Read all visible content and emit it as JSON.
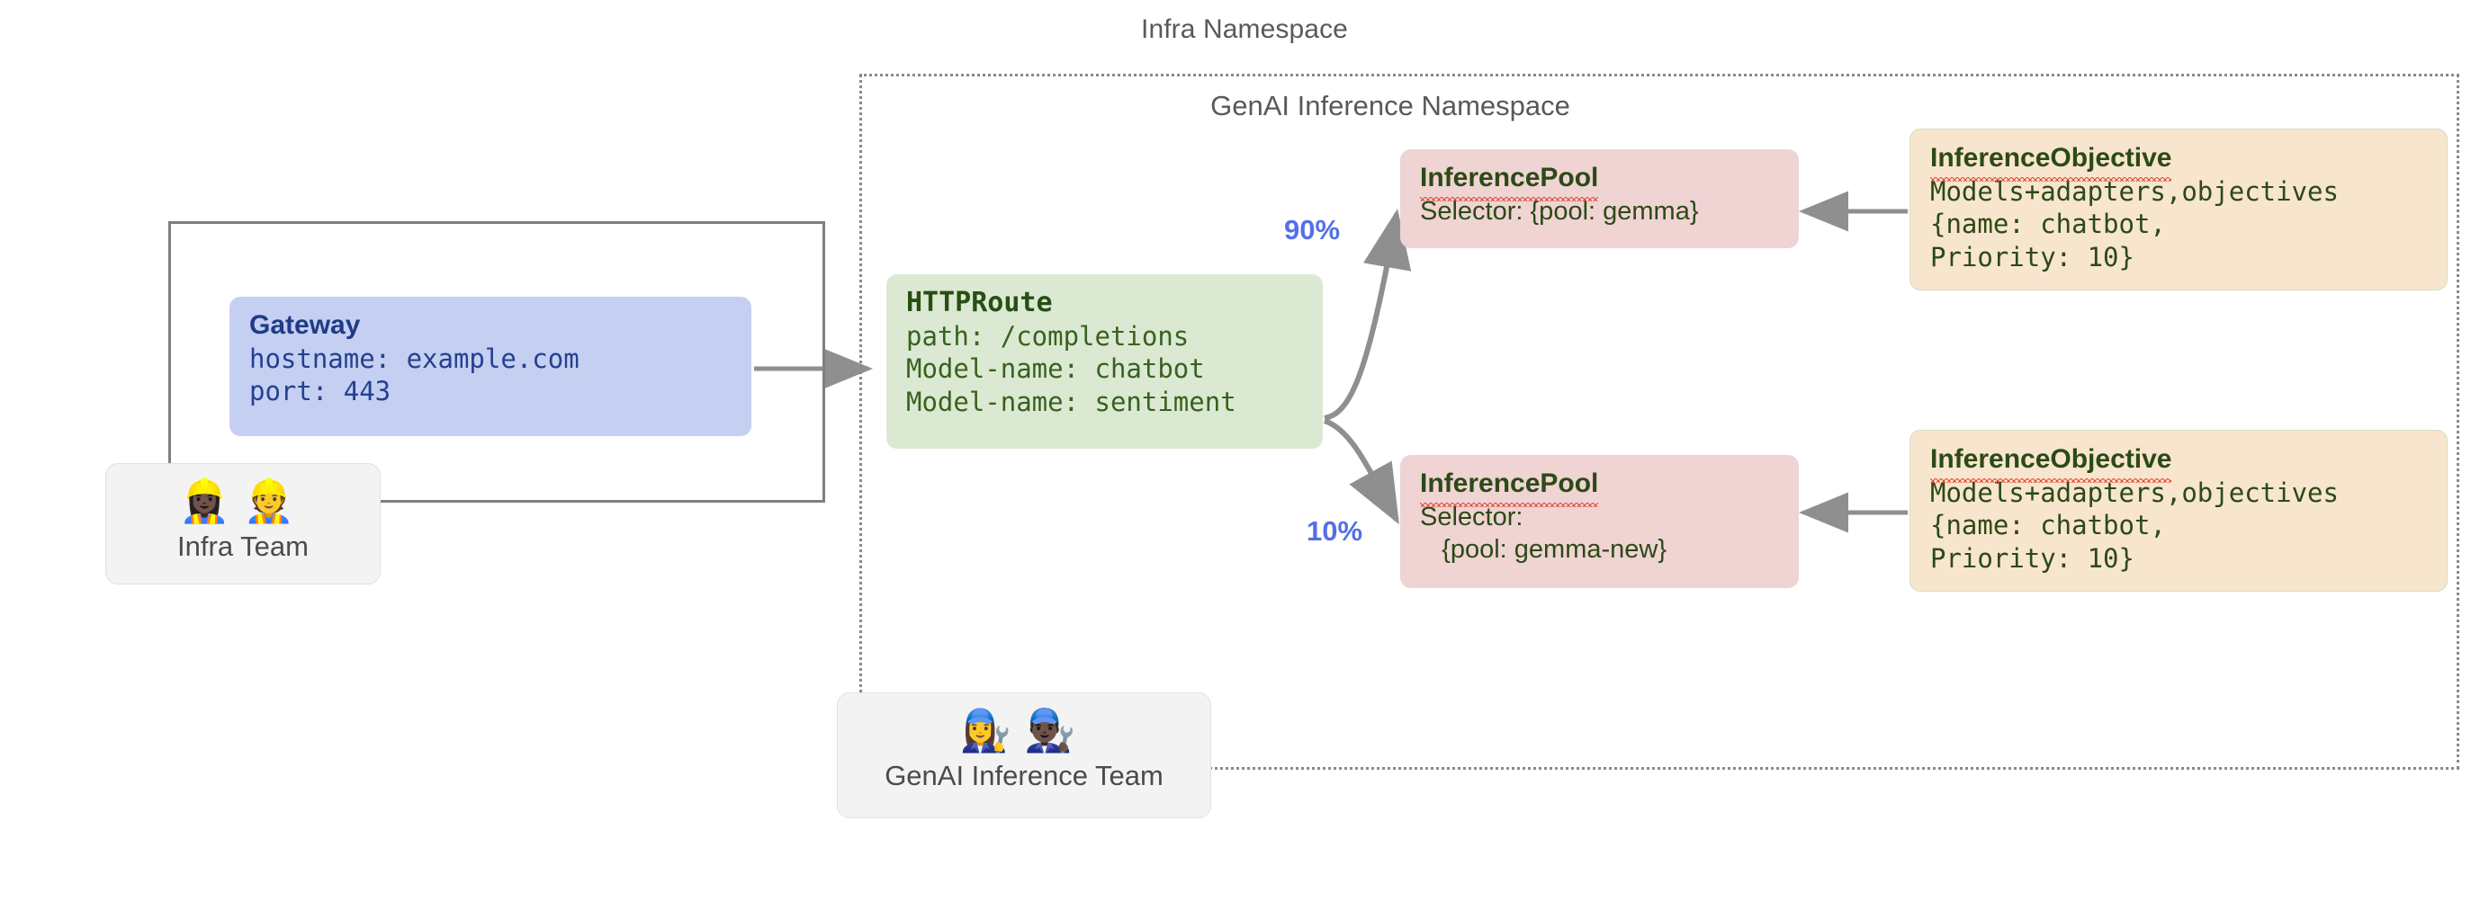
{
  "namespaces": {
    "infra": {
      "title": "Infra Namespace"
    },
    "genai": {
      "title": "GenAI Inference Namespace"
    }
  },
  "gateway": {
    "title": "Gateway",
    "lines": [
      "hostname: example.com",
      "port: 443"
    ]
  },
  "httproute": {
    "title": "HTTPRoute",
    "lines": [
      "path: /completions",
      "Model-name: chatbot",
      "Model-name: sentiment"
    ]
  },
  "pools": [
    {
      "title": "InferencePool",
      "lines": [
        "Selector: {pool: gemma}"
      ],
      "weight_label": "90%"
    },
    {
      "title": "InferencePool",
      "lines": [
        "Selector:",
        "   {pool: gemma-new}"
      ],
      "weight_label": "10%"
    }
  ],
  "objectives": [
    {
      "title": "InferenceObjective",
      "lines": [
        "Models+adapters,objectives",
        "{name: chatbot,",
        "Priority: 10}"
      ]
    },
    {
      "title": "InferenceObjective",
      "lines": [
        "Models+adapters,objectives",
        "{name: chatbot,",
        "Priority: 10}"
      ]
    }
  ],
  "teams": [
    {
      "label": "Infra Team",
      "emojis": "👷🏿‍♀️👷"
    },
    {
      "label": "GenAI Inference Team",
      "emojis": "👩‍🔧👨🏿‍🔧"
    }
  ],
  "colors": {
    "gateway_bg": "#c5cff2",
    "gateway_text": "#1f3b86",
    "httproute_bg": "#dbe9d2",
    "httproute_text": "#274e13",
    "pool_bg": "#f0d3d3",
    "objective_bg": "#f8e5cd",
    "resource_text": "#2b4a16",
    "weight_label": "#5470e6",
    "namespace_border": "#7f7f7f",
    "arrow": "#8f8f8f",
    "team_bg": "#f3f3f3"
  }
}
